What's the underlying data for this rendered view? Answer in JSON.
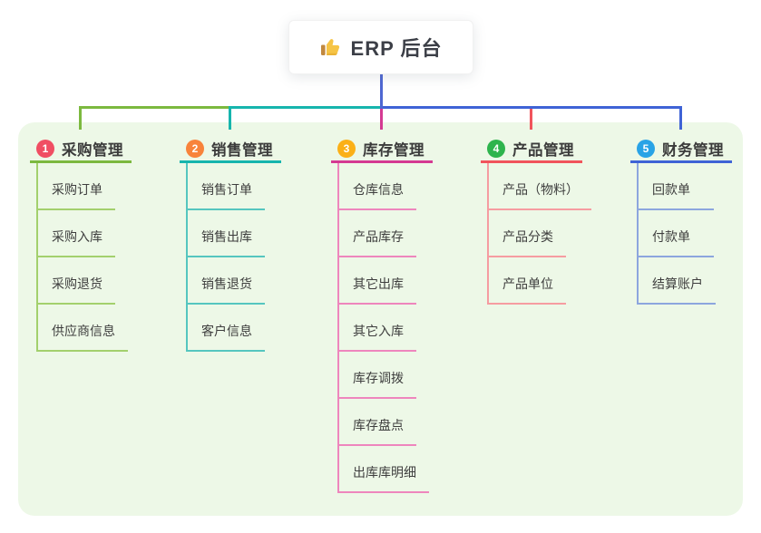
{
  "root": {
    "label": "ERP 后台",
    "icon": "thumbs-up-icon"
  },
  "canvas": {
    "background": "#ffffff",
    "panel_background": "#edf8e7",
    "trunk_color": "#4e67d2"
  },
  "branches": [
    {
      "num": "1",
      "label": "采购管理",
      "badge_color": "#f04e63",
      "line_color": "#7cb93f",
      "child_line_color": "#a3d06d",
      "children": [
        "采购订单",
        "采购入库",
        "采购退货",
        "供应商信息"
      ]
    },
    {
      "num": "2",
      "label": "销售管理",
      "badge_color": "#f8833b",
      "line_color": "#16b5ad",
      "child_line_color": "#55c6bf",
      "children": [
        "销售订单",
        "销售出库",
        "销售退货",
        "客户信息"
      ]
    },
    {
      "num": "3",
      "label": "库存管理",
      "badge_color": "#fbb017",
      "line_color": "#d43a92",
      "child_line_color": "#ee86bd",
      "children": [
        "仓库信息",
        "产品库存",
        "其它出库",
        "其它入库",
        "库存调拨",
        "库存盘点",
        "出库库明细"
      ]
    },
    {
      "num": "4",
      "label": "产品管理",
      "badge_color": "#2eb44d",
      "line_color": "#f1545c",
      "child_line_color": "#f69ca1",
      "children": [
        "产品（物料）",
        "产品分类",
        "产品单位"
      ]
    },
    {
      "num": "5",
      "label": "财务管理",
      "badge_color": "#29a3e6",
      "line_color": "#3f63d6",
      "child_line_color": "#8da6de",
      "children": [
        "回款单",
        "付款单",
        "结算账户"
      ]
    }
  ]
}
